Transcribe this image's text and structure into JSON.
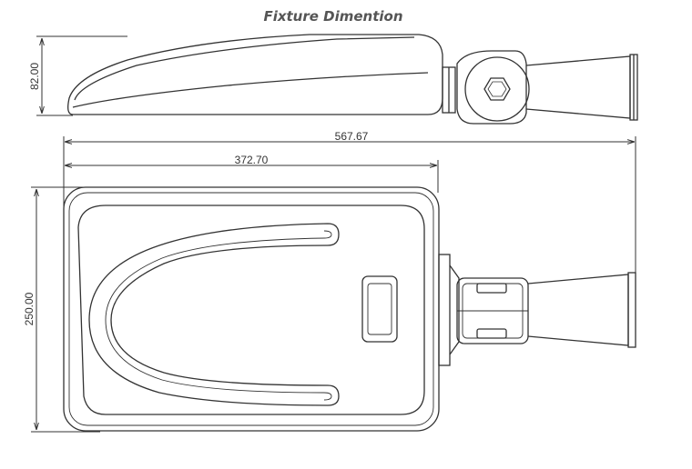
{
  "title": "Fixture Dimention",
  "dimensions": {
    "height": "82.00",
    "total_length": "567.67",
    "body_length": "372.70",
    "width": "250.00"
  },
  "colors": {
    "line": "#333333",
    "title": "#555555",
    "background": "#ffffff"
  }
}
